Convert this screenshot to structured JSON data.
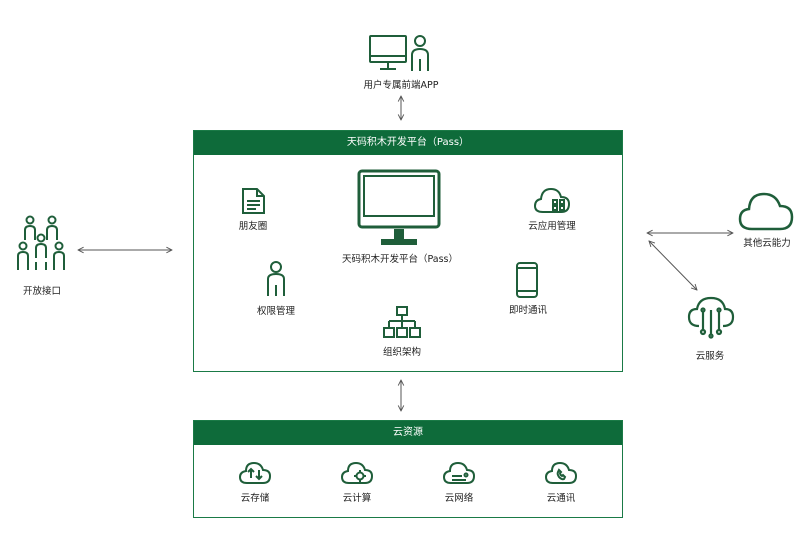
{
  "top_node": {
    "label": "用户专属前端APP"
  },
  "platform": {
    "header": "天码积木开发平台（Pass）",
    "center_label": "天码积木开发平台（Pass）",
    "modules": {
      "friends": "朋友圈",
      "permissions": "权限管理",
      "org": "组织架构",
      "cloud_app": "云应用管理",
      "im": "即时通讯"
    }
  },
  "open_api": {
    "label": "开放接口"
  },
  "right_nodes": {
    "other_cloud": "其他云能力",
    "cloud_service": "云服务"
  },
  "resources": {
    "header": "云资源",
    "items": [
      "云存储",
      "云计算",
      "云网络",
      "云通讯"
    ]
  },
  "colors": {
    "green": "#0e6b3a",
    "border": "#1a7a46",
    "icon": "#1f5e3a",
    "arrow": "#555555"
  }
}
